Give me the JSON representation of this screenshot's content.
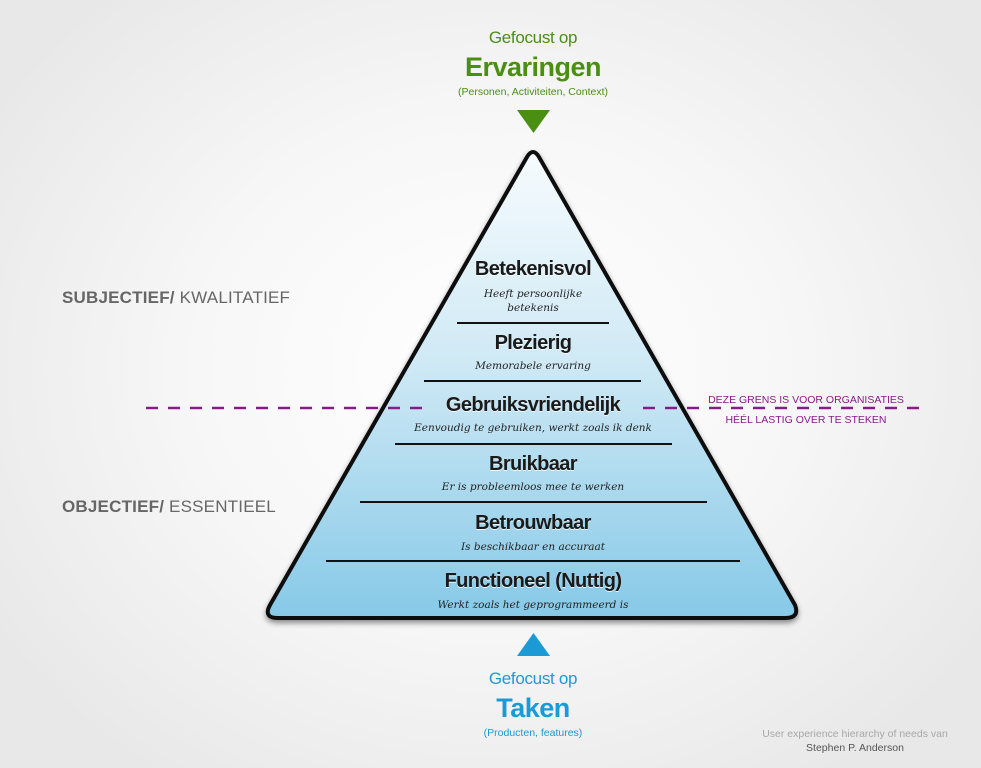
{
  "top_focus": {
    "subtitle": "Gefocust op",
    "title": "Ervaringen",
    "note": "(Personen, Activiteiten, Context)",
    "color": "#4a8f12",
    "icon": "triangle-down-icon"
  },
  "bottom_focus": {
    "subtitle": "Gefocust op",
    "title": "Taken",
    "note": "(Producten, features)",
    "color": "#1b9ad6",
    "icon": "triangle-up-icon"
  },
  "pyramid": {
    "levels": [
      {
        "title": "Betekenisvol",
        "description": "Heeft persoonlijke betekenis",
        "description_lines": [
          "Heeft persoonlijke",
          "betekenis"
        ]
      },
      {
        "title": "Plezierig",
        "description": "Memorabele ervaring"
      },
      {
        "title": "Gebruiksvriendelijk",
        "description": "Eenvoudig te gebruiken, werkt zoals ik denk"
      },
      {
        "title": "Bruikbaar",
        "description": "Er is probleemloos mee te werken"
      },
      {
        "title": "Betrouwbaar",
        "description": "Is beschikbaar en accuraat"
      },
      {
        "title": "Functioneel (Nuttig)",
        "description": "Werkt zoals het geprogrammeerd is"
      }
    ],
    "fill_top": "#f4fafd",
    "fill_bottom": "#8ccce8",
    "outline_color": "#111111"
  },
  "side_labels": {
    "subjective": {
      "bold": "SUBJECTIEF/",
      "light": " KWALITATIEF"
    },
    "objective": {
      "bold": "OBJECTIEF/",
      "light": " ESSENTIEEL"
    }
  },
  "boundary": {
    "line_color": "#8a1a8a",
    "note_line1": "DEZE GRENS IS VOOR ORGANISATIES",
    "note_line2": "HÉÉL LASTIG OVER TE STEKEN"
  },
  "credit": {
    "line1": "User experience hierarchy of needs van",
    "line2": "Stephen P. Anderson"
  }
}
